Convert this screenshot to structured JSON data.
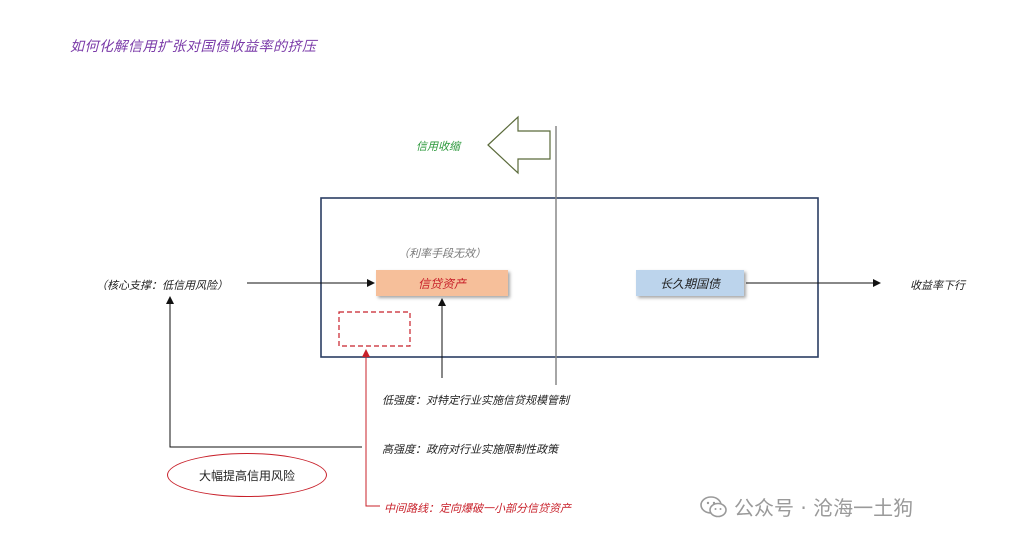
{
  "title": "如何化解信用扩张对国债收益率的挤压",
  "labels": {
    "credit_contraction": "信用收缩",
    "rate_tools_ineffective": "（利率手段无效）",
    "core_support": "（核心支撑：低信用风险）",
    "yield_down": "收益率下行",
    "credit_assets": "信贷资产",
    "long_term_bonds": "长久期国债",
    "low_intensity": "低强度：对特定行业实施信贷规模管制",
    "high_intensity": "高强度：政府对行业实施限制性政策",
    "middle_route": "中间路线：定向爆破一小部分信贷资产",
    "raise_credit_risk": "大幅提高信用风险"
  },
  "watermark": {
    "text": "公众号 · 沧海一土狗",
    "icon": "wechat-icon"
  },
  "colors": {
    "title": "#7a3aa8",
    "green": "#2e9a3e",
    "red": "#c8202a",
    "navy": "#2b3e63",
    "credit_fill": "#f6bf9a",
    "bond_fill": "#bcd4ec"
  }
}
